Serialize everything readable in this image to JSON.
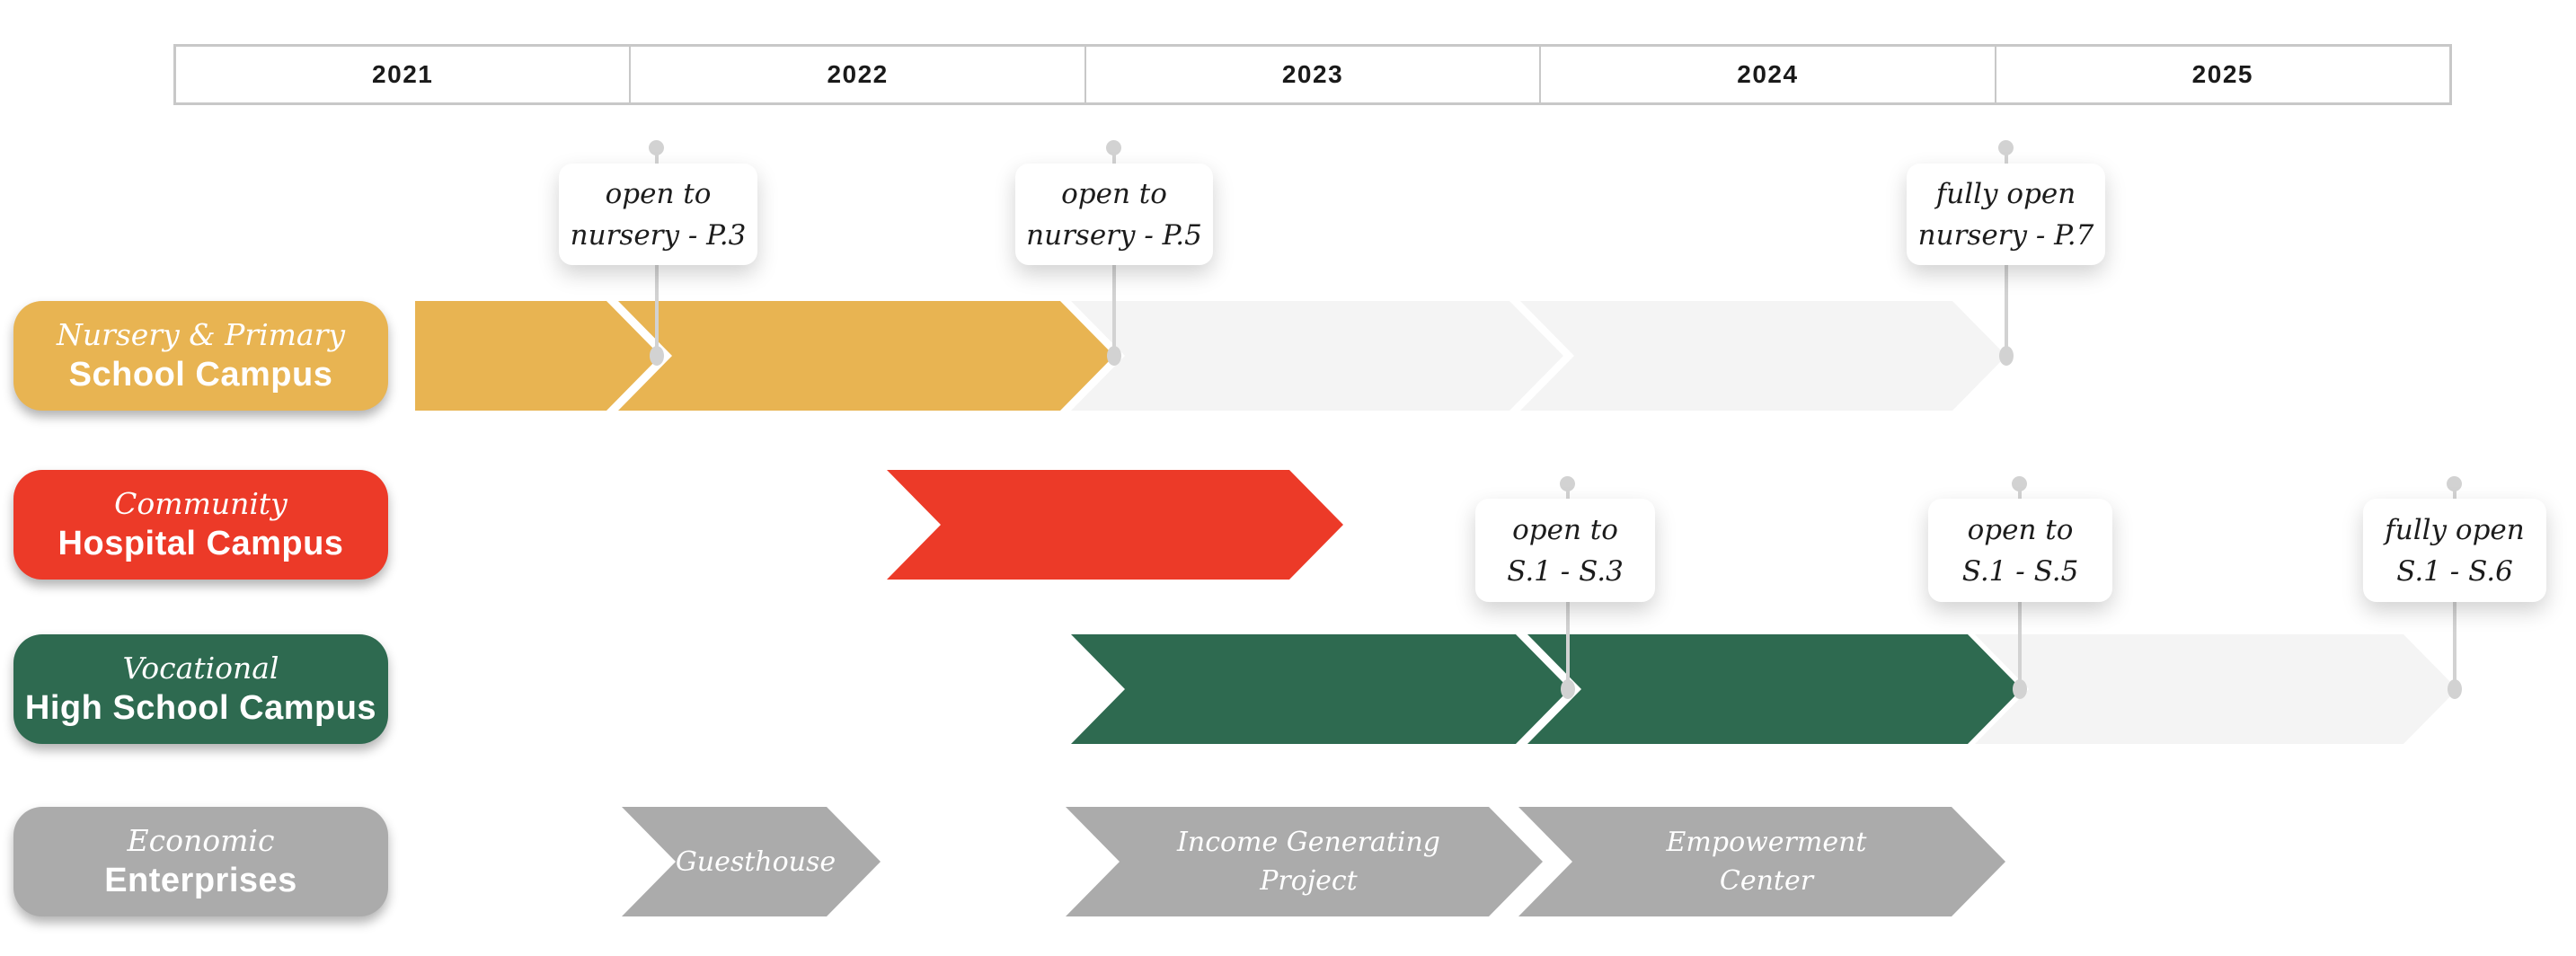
{
  "timeline": {
    "years": [
      "2021",
      "2022",
      "2023",
      "2024",
      "2025"
    ]
  },
  "rows": [
    {
      "line1": "Nursery & Primary",
      "line2": "School Campus",
      "color": "#E8B452",
      "phases": [
        {
          "color": "yellow",
          "span": "mid-2021"
        },
        {
          "color": "yellow",
          "span": "2022"
        },
        {
          "color": "light",
          "span": "2023"
        },
        {
          "color": "light",
          "span": "2024"
        }
      ]
    },
    {
      "line1": "Community",
      "line2": "Hospital Campus",
      "color": "#EC3A28",
      "phases": [
        {
          "color": "red",
          "span": "mid-2022 to early 2023"
        }
      ]
    },
    {
      "line1": "Vocational",
      "line2": "High School Campus",
      "color": "#2E6A50",
      "phases": [
        {
          "color": "green",
          "span": "2023"
        },
        {
          "color": "green",
          "span": "2024"
        },
        {
          "color": "light",
          "span": "2025"
        }
      ]
    },
    {
      "line1": "Economic",
      "line2": "Enterprises",
      "color": "#ABABAB",
      "arrows": [
        {
          "label_line1": "Guesthouse",
          "label_line2": "",
          "span": "early 2022"
        },
        {
          "label_line1": "Income Generating",
          "label_line2": "Project",
          "span": "2023"
        },
        {
          "label_line1": "Empowerment",
          "label_line2": "Center",
          "span": "2024"
        }
      ]
    }
  ],
  "callouts": [
    {
      "line1": "open to",
      "line2": "nursery - P.3",
      "row": "nursery",
      "at": "end of 2021"
    },
    {
      "line1": "open to",
      "line2": "nursery - P.5",
      "row": "nursery",
      "at": "end of 2022"
    },
    {
      "line1": "fully open",
      "line2": "nursery - P.7",
      "row": "nursery",
      "at": "end of 2024"
    },
    {
      "line1": "open to",
      "line2": "S.1 - S.3",
      "row": "vocational",
      "at": "end of 2023"
    },
    {
      "line1": "open to",
      "line2": "S.1 - S.5",
      "row": "vocational",
      "at": "end of 2024"
    },
    {
      "line1": "fully open",
      "line2": "S.1 - S.6",
      "row": "vocational",
      "at": "end of 2025"
    }
  ],
  "colors": {
    "yellow": "#E8B452",
    "red": "#EC3A28",
    "green": "#2E6A50",
    "gray": "#ABABAB",
    "light_gray": "#F4F4F4",
    "connector": "#D2D2D2",
    "header_border": "#C8C8C8",
    "text_dark": "#1A1A1A"
  }
}
